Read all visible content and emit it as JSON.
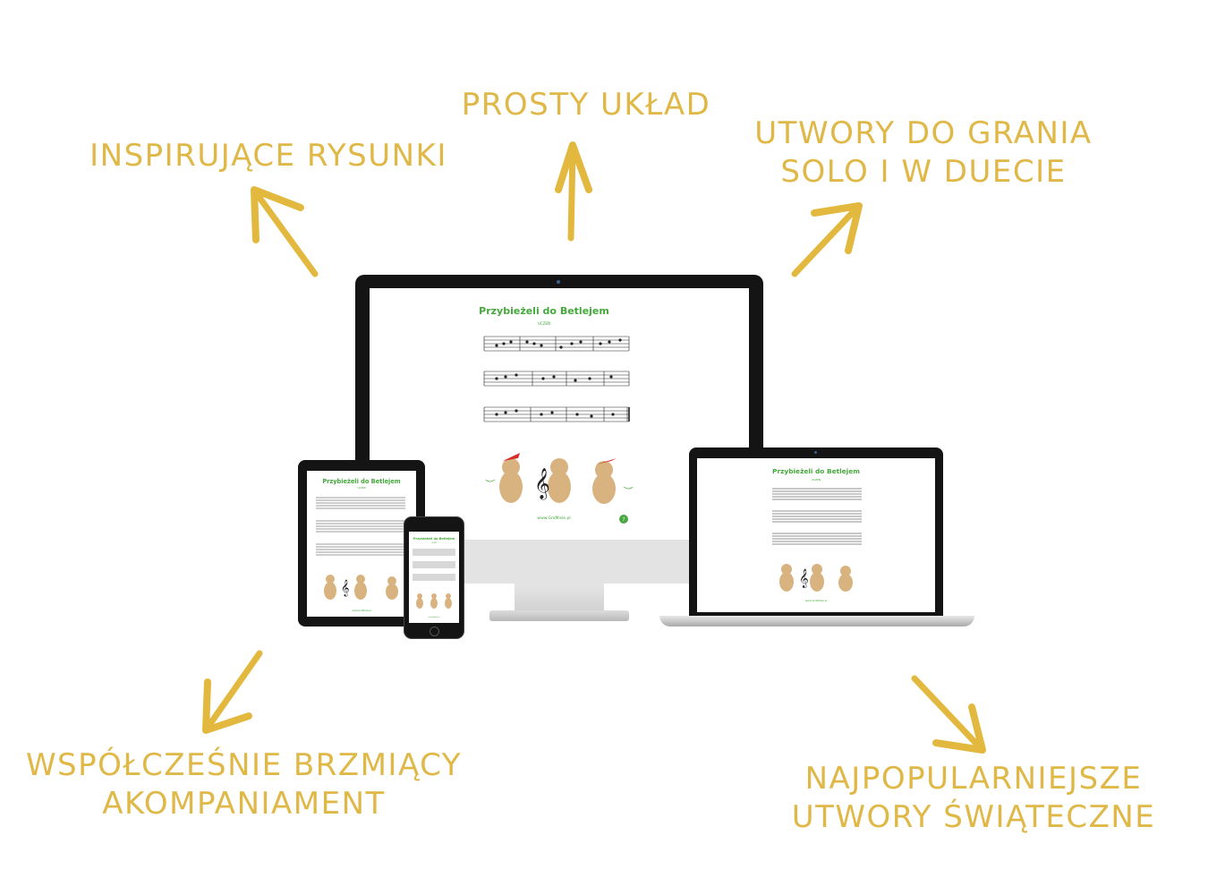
{
  "labels": {
    "simple_layout": "PROSTY UKŁAD",
    "inspiring_drawings": "INSPIRUJĄCE RYSUNKI",
    "solo_duet": [
      "UTWORY DO GRANIA",
      "SOLO I W DUECIE"
    ],
    "modern_accompaniment": [
      "WSPÓŁCZEŚNIE BRZMIĄCY",
      "AKOMPANIAMENT"
    ],
    "popular_christmas": [
      "NAJPOPULARNIEJSZE",
      "UTWORY ŚWIĄTECZNE"
    ]
  },
  "sheet": {
    "title": "Przybieżeli do Betlejem",
    "part": "UCZEŃ",
    "website": "www.GraMisie.pl",
    "page_number": "7"
  },
  "colors": {
    "accent_gold": "#dfb847",
    "title_green": "#45a83c",
    "device_black": "#141414",
    "silver": "#d4d4d4"
  },
  "icons": [
    "arrow-icon",
    "treble-clef-icon",
    "bear-illustration",
    "camera-icon"
  ]
}
